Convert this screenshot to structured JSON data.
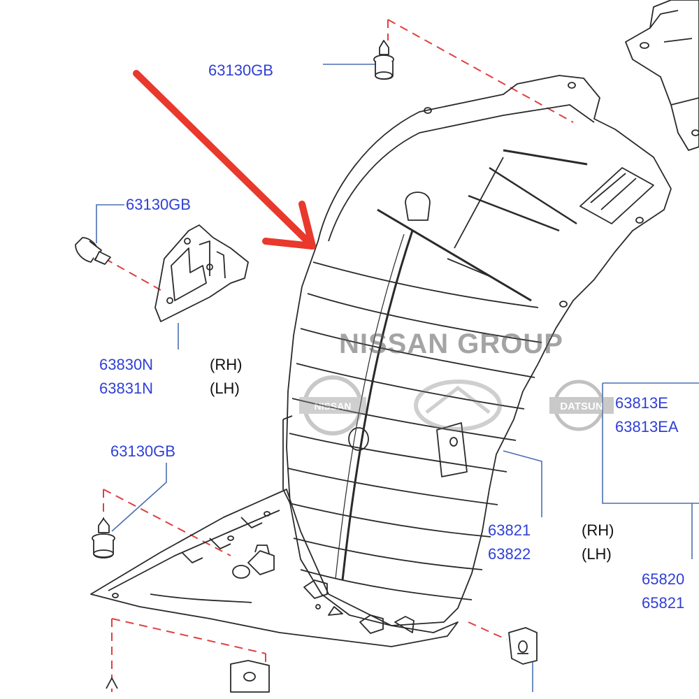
{
  "watermark": {
    "text": "NISSAN GROUP",
    "logos": [
      "NISSAN",
      "INFINITI",
      "DATSUN"
    ]
  },
  "callouts": {
    "clip_top": "63130GB",
    "clip_left": "63130GB",
    "clip_bottom": "63130GB",
    "bracket_rh": "63830N",
    "bracket_lh": "63831N",
    "protector_a": "63813E",
    "protector_b": "63813EA",
    "liner_rh": "63821",
    "liner_lh": "63822",
    "part_a": "65820",
    "part_b": "65821"
  },
  "sides": {
    "rh": "(RH)",
    "lh": "(LH)"
  },
  "colors": {
    "label": "#2f3fd6",
    "leader": "#4a6fb0",
    "dashed": "#e04040",
    "arrow": "#e8392c",
    "outline": "#2a2a2a"
  },
  "icons": [
    "red-arrow",
    "clip-fastener",
    "nut-clip"
  ]
}
